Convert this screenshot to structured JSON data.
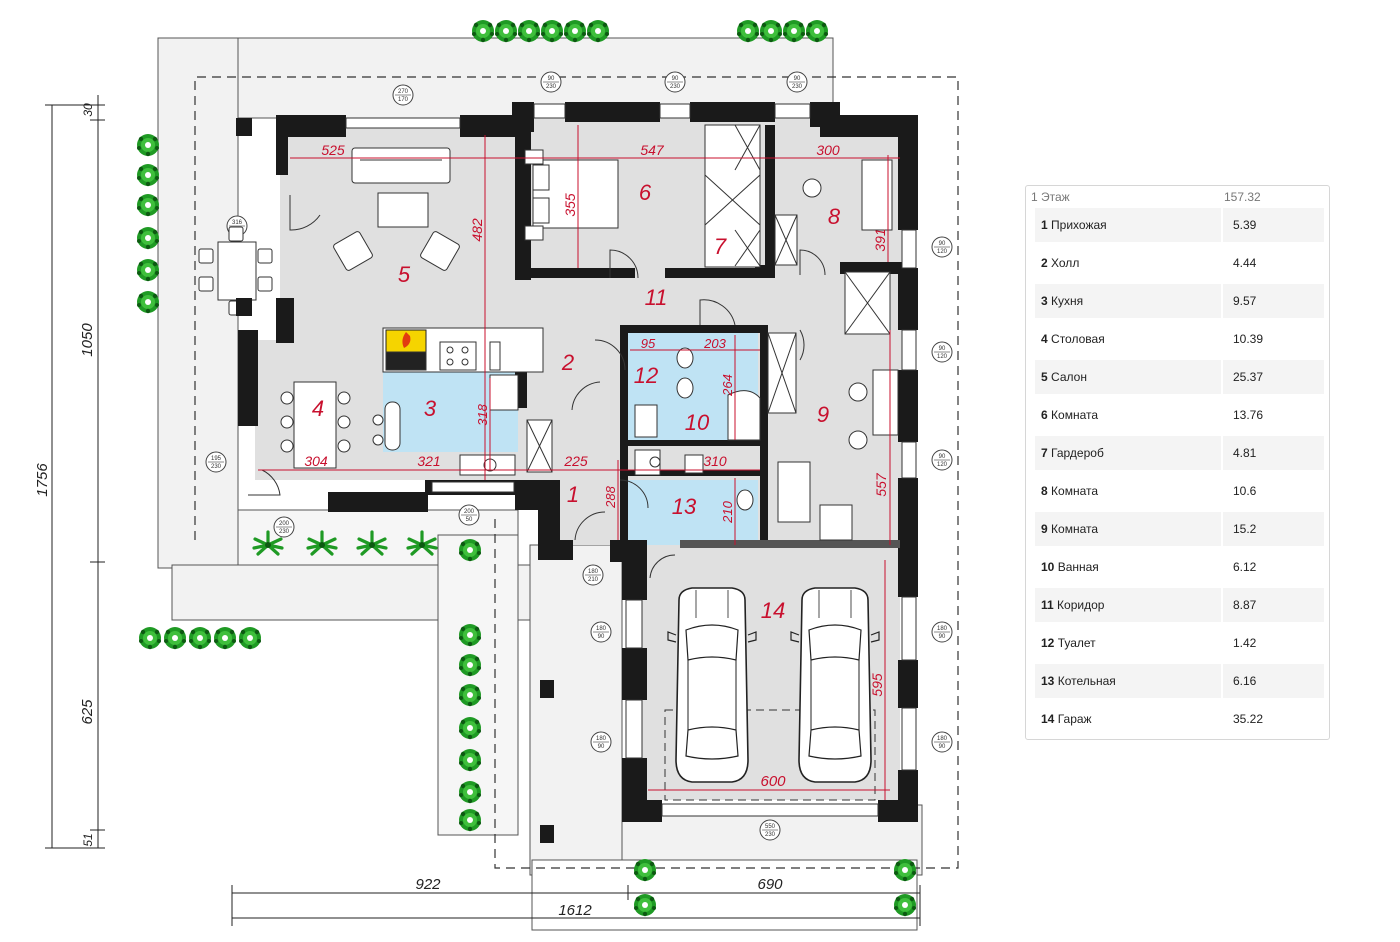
{
  "legend": {
    "floor_label": "1 Этаж",
    "total_area": "157.32",
    "rooms": [
      {
        "num": "1",
        "name": "Прихожая",
        "area": "5.39"
      },
      {
        "num": "2",
        "name": "Холл",
        "area": "4.44"
      },
      {
        "num": "3",
        "name": "Кухня",
        "area": "9.57"
      },
      {
        "num": "4",
        "name": "Столовая",
        "area": "10.39"
      },
      {
        "num": "5",
        "name": "Салон",
        "area": "25.37"
      },
      {
        "num": "6",
        "name": "Комната",
        "area": "13.76"
      },
      {
        "num": "7",
        "name": "Гардероб",
        "area": "4.81"
      },
      {
        "num": "8",
        "name": "Комната",
        "area": "10.6"
      },
      {
        "num": "9",
        "name": "Комната",
        "area": "15.2"
      },
      {
        "num": "10",
        "name": "Ванная",
        "area": "6.12"
      },
      {
        "num": "11",
        "name": "Коридор",
        "area": "8.87"
      },
      {
        "num": "12",
        "name": "Туалет",
        "area": "1.42"
      },
      {
        "num": "13",
        "name": "Котельная",
        "area": "6.16"
      },
      {
        "num": "14",
        "name": "Гараж",
        "area": "35.22"
      }
    ]
  },
  "plan": {
    "room_numbers": [
      "1",
      "2",
      "3",
      "4",
      "5",
      "6",
      "7",
      "8",
      "9",
      "10",
      "11",
      "12",
      "13",
      "14"
    ],
    "overall_dims": {
      "left_total": "1756",
      "left_segments": [
        "30",
        "1050",
        "625",
        "51"
      ],
      "bottom_segments": [
        "922",
        "690"
      ],
      "bottom_total": "1612"
    },
    "inner_dims": [
      "525",
      "547",
      "300",
      "482",
      "355",
      "391",
      "95",
      "203",
      "264",
      "318",
      "304",
      "321",
      "225",
      "310",
      "288",
      "210",
      "557",
      "595",
      "600"
    ],
    "window_tags": {
      "top_1": [
        "270",
        "170"
      ],
      "top_2": [
        "90",
        "230"
      ],
      "top_3": [
        "90",
        "230"
      ],
      "top_4": [
        "90",
        "230"
      ],
      "right_1": [
        "90",
        "120"
      ],
      "right_2": [
        "90",
        "120"
      ],
      "right_3": [
        "90",
        "120"
      ],
      "right_4": [
        "180",
        "90"
      ],
      "right_5": [
        "180",
        "90"
      ],
      "left_1": [
        "316",
        "230"
      ],
      "left_2": [
        "195",
        "230"
      ],
      "left_3": [
        "180",
        "90"
      ],
      "left_4": [
        "180",
        "90"
      ],
      "bottom_1": [
        "200",
        "230"
      ],
      "bottom_2": [
        "200",
        "50"
      ],
      "bottom_3": [
        "180",
        "210"
      ],
      "garage": [
        "550",
        "230"
      ]
    },
    "colors": {
      "wall": "#1a1a1a",
      "floor": "#e0e0e0",
      "wet": "#bfe3f4",
      "dimension": "#c8102e",
      "plant": "#22a02a",
      "terrace": "#f0f0f0"
    }
  }
}
